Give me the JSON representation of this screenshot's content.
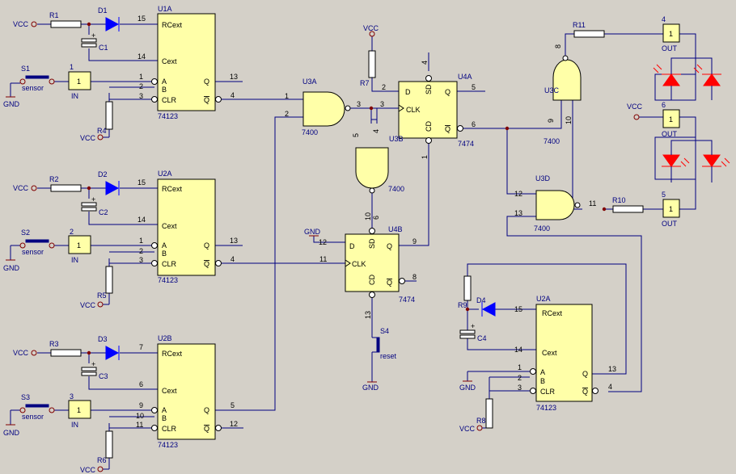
{
  "colors": {
    "background": "#d4d0c8",
    "wire": "#000080",
    "chip": "#ffffa8",
    "outline": "#000000",
    "diode": "#0000ff",
    "led": "#ff0000",
    "power": "#800000",
    "junction": "#800000"
  },
  "u1a": {
    "ref": "U1A",
    "part": "74123",
    "rcext": "RCext",
    "cext": "Cext",
    "a": "A",
    "b": "B",
    "clr": "CLR",
    "q": "Q",
    "qbar": "Q",
    "p15": "15",
    "p14": "14",
    "p1": "1",
    "p2": "2",
    "p3": "3",
    "p13": "13",
    "p4": "4"
  },
  "u2a_mid": {
    "ref": "U2A",
    "part": "74123",
    "rcext": "RCext",
    "cext": "Cext",
    "a": "A",
    "b": "B",
    "clr": "CLR",
    "q": "Q",
    "qbar": "Q",
    "p15": "15",
    "p14": "14",
    "p1": "1",
    "p2": "2",
    "p3": "3",
    "p13": "13",
    "p4": "4"
  },
  "u2b": {
    "ref": "U2B",
    "part": "74123",
    "rcext": "RCext",
    "cext": "Cext",
    "a": "A",
    "b": "B",
    "clr": "CLR",
    "q": "Q",
    "qbar": "Q",
    "p7": "7",
    "p6": "6",
    "p9": "9",
    "p10": "10",
    "p11": "11",
    "p5": "5",
    "p12": "12"
  },
  "u2a_right": {
    "ref": "U2A",
    "part": "74123",
    "rcext": "RCext",
    "cext": "Cext",
    "a": "A",
    "b": "B",
    "clr": "CLR",
    "q": "Q",
    "qbar": "Q",
    "p15": "15",
    "p14": "14",
    "p1": "1",
    "p2": "2",
    "p3": "3",
    "p13": "13",
    "p4": "4"
  },
  "u4a": {
    "ref": "U4A",
    "part": "7474",
    "d": "D",
    "clk": "CLK",
    "sd": "SD",
    "cd": "CD",
    "q": "Q",
    "qbar": "Q",
    "p2": "2",
    "p3": "3",
    "p4": "4",
    "p5": "5",
    "p6": "6",
    "p1": "1"
  },
  "u4b": {
    "ref": "U4B",
    "part": "7474",
    "d": "D",
    "clk": "CLK",
    "sd": "SD",
    "cd": "CD",
    "q": "Q",
    "qbar": "Q",
    "p12": "12",
    "p11": "11",
    "p9": "9",
    "p8": "8",
    "p10": "10",
    "p13": "13"
  },
  "u3a": {
    "ref": "U3A",
    "part": "7400",
    "p1": "1",
    "p2": "2",
    "p3": "3"
  },
  "u3b": {
    "ref": "U3B",
    "part": "7400",
    "p5": "5",
    "p4": "4",
    "p6": "6"
  },
  "u3c": {
    "ref": "U3C",
    "part": "7400",
    "p8": "8",
    "p9": "9",
    "p10": "10"
  },
  "u3d": {
    "ref": "U3D",
    "part": "7400",
    "p12": "12",
    "p13": "13",
    "p11": "11"
  },
  "resistors": {
    "r1": "R1",
    "r2": "R2",
    "r3": "R3",
    "r4": "R4",
    "r5": "R5",
    "r6": "R6",
    "r7": "R7",
    "r8": "R8",
    "r9": "R9",
    "r10": "R10",
    "r11": "R11"
  },
  "capacitors": {
    "c1": "C1",
    "c2": "C2",
    "c3": "C3",
    "c4": "C4",
    "plus": "+"
  },
  "diodes": {
    "d1": "D1",
    "d2": "D2",
    "d3": "D3",
    "d4": "D4"
  },
  "switches": {
    "s1": "S1",
    "s2": "S2",
    "s3": "S3",
    "s4": "S4",
    "sensor": "sensor",
    "reset": "reset"
  },
  "ports": {
    "in1_num": "1",
    "in2_num": "2",
    "in3_num": "3",
    "in_box": "1",
    "in_label": "IN",
    "out4_num": "4",
    "out6_num": "6",
    "out5_num": "5",
    "out_box": "1",
    "out_label": "OUT"
  },
  "power": {
    "vcc": "VCC",
    "gnd": "GND"
  }
}
